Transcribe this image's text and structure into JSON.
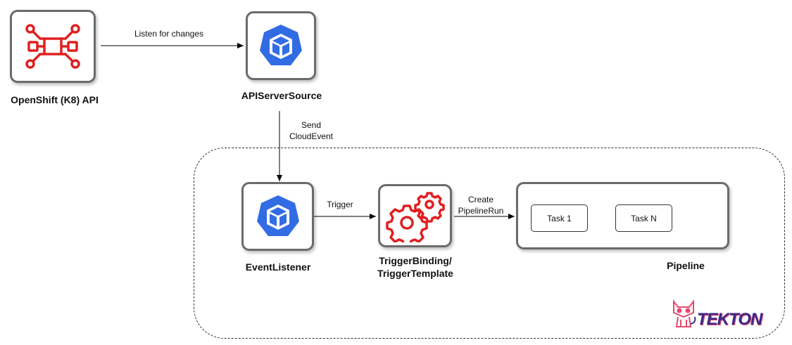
{
  "nodes": {
    "openshift_api": {
      "label": "OpenShift (K8) API",
      "icon": "api-network-icon"
    },
    "apiserversource": {
      "label": "APIServerSource",
      "icon": "kubernetes-cube-icon"
    },
    "eventlistener": {
      "label": "EventListener",
      "icon": "kubernetes-cube-icon"
    },
    "triggerbinding": {
      "label_line1": "TriggerBinding/",
      "label_line2": "TriggerTemplate",
      "icon": "gears-icon"
    },
    "pipeline": {
      "label": "Pipeline",
      "tasks": [
        "Task 1",
        "Task N"
      ]
    }
  },
  "edges": {
    "listen": {
      "label": "Listen for changes"
    },
    "send": {
      "label_line1": "Send",
      "label_line2": "CloudEvent"
    },
    "trigger": {
      "label": "Trigger"
    },
    "create": {
      "label_line1": "Create",
      "label_line2": "PipelineRun"
    }
  },
  "logo": {
    "text": "TEKTON",
    "icon": "tekton-cat-logo"
  },
  "colors": {
    "api_red": "#e02020",
    "k8s_blue": "#326ce5",
    "gear_red": "#e02020",
    "border": "#6b6b6b"
  }
}
